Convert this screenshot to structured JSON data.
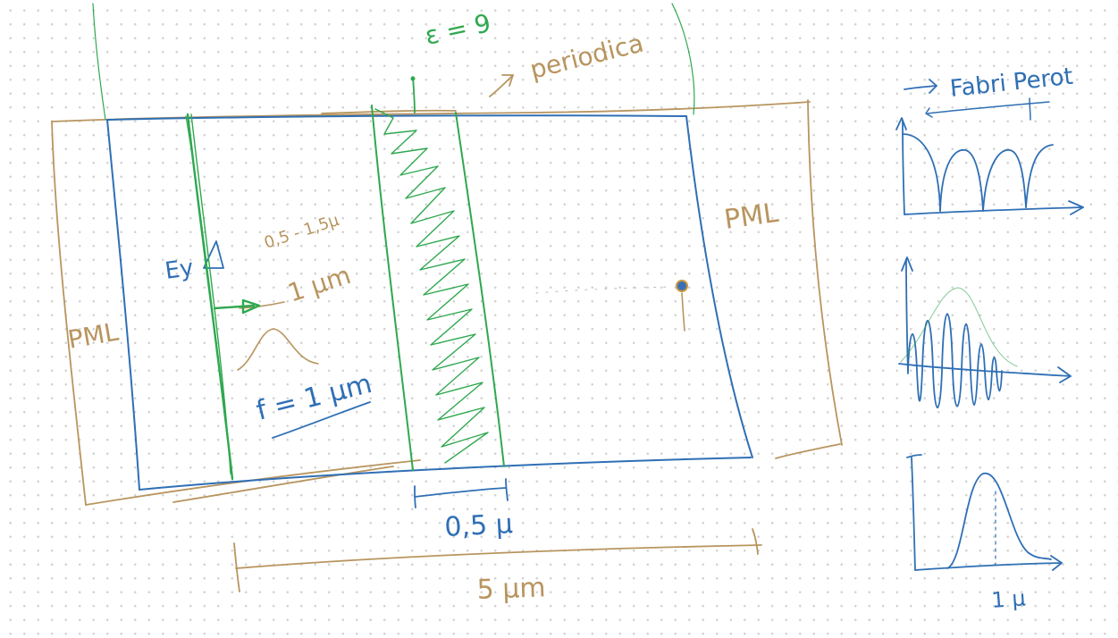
{
  "labels": {
    "epsilon": "ε = 9",
    "periodic": "periodica",
    "pml_left": "PML",
    "pml_right": "PML",
    "ey": "Ey",
    "range": "0,5 - 1,5μ",
    "one_um": "1 μm",
    "f_label": "f = 1 μm",
    "layer_width": "0,5 μ",
    "domain_width": "5 μm",
    "fabry_perot": "Fabri Perot",
    "one_mu": "1 μ"
  },
  "colors": {
    "brown": "#b8955f",
    "blue": "#2f6fb5",
    "green": "#2fa84f"
  }
}
